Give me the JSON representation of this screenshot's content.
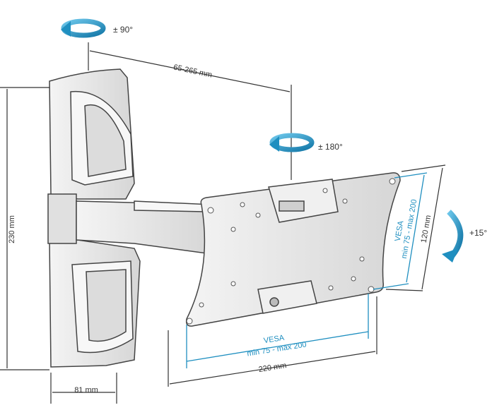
{
  "dimensions": {
    "height_total": "230 mm",
    "extension": "65-265 mm",
    "wall_plate_width": "81 mm",
    "plate_width": "220 mm",
    "plate_height": "120 mm"
  },
  "vesa_bottom": {
    "title": "VESA",
    "range": "min 75 - max 200"
  },
  "vesa_side": {
    "title": "VESA",
    "range": "min 75 - max 200"
  },
  "rotations": {
    "wall_swivel": "± 90°",
    "head_swivel": "± 180°",
    "tilt": "+15°"
  },
  "colors": {
    "accent": "#1f8fc0",
    "line": "#333333",
    "body": "#eaeaea"
  }
}
